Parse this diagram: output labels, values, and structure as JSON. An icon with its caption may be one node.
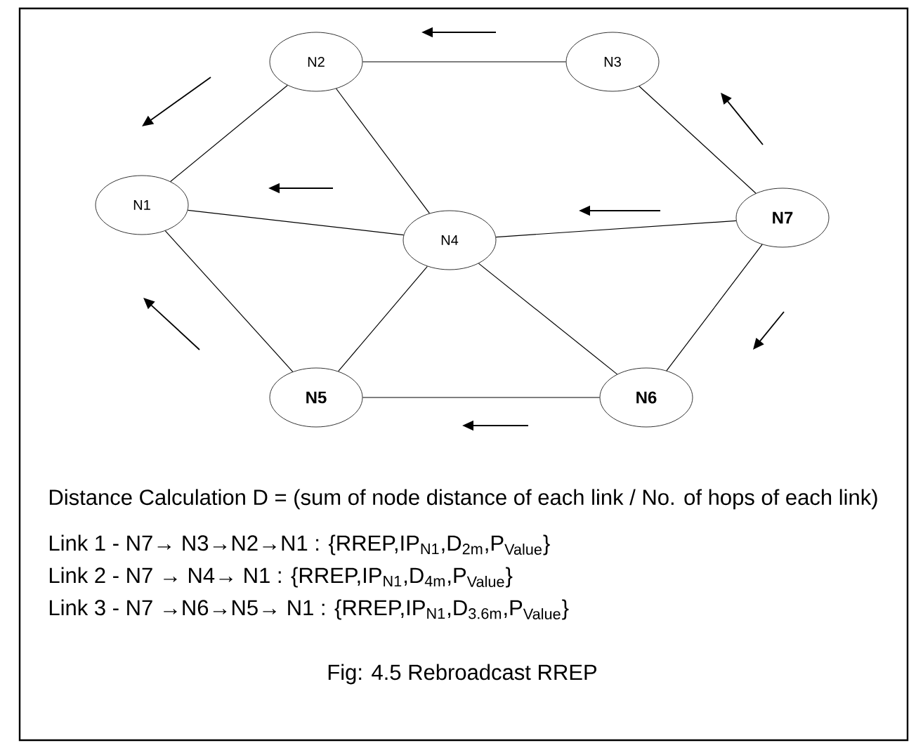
{
  "diagram": {
    "caption": "Fig: 4.5 Rebroadcast RREP",
    "nodes": [
      {
        "text": [
          "N1"
        ]
      },
      {
        "text": [
          "N2"
        ]
      },
      {
        "text": [
          "N3"
        ]
      },
      {
        "text": [
          "N4"
        ]
      },
      {
        "text": [
          "N5"
        ]
      },
      {
        "text": [
          "N6"
        ]
      },
      {
        "text": [
          "N7"
        ]
      }
    ],
    "edges": [
      {
        "from": 1,
        "to": 2,
        "arrow": "none"
      },
      {
        "from": 1,
        "to": 0,
        "arrow": "none"
      },
      {
        "from": 1,
        "to": 3,
        "arrow": "none"
      },
      {
        "from": 2,
        "to": 6,
        "arrow": "none"
      },
      {
        "from": 0,
        "to": 3,
        "arrow": "none"
      },
      {
        "from": 3,
        "to": 6,
        "arrow": "none"
      },
      {
        "from": 0,
        "to": 4,
        "arrow": "none"
      },
      {
        "from": 3,
        "to": 4,
        "arrow": "none"
      },
      {
        "from": 3,
        "to": 5,
        "arrow": "none"
      },
      {
        "from": 4,
        "to": 5,
        "arrow": "none"
      },
      {
        "from": 5,
        "to": 6,
        "arrow": "none"
      }
    ],
    "labels": [
      "Distance Calculation D = (sum of node distance of each link / No. of hops of each link)",
      "Link 1 - N7→ N3→N2→N1 : {RREP,IP$_{N1}$,D$_{2m}$,P$_{Value}$}",
      "Link 2 - N7 → N4→ N1 : {RREP,IP$_{N1}$,D$_{4m}$,P$_{Value}$}",
      "Link 3 - N7 →N6→N5→ N1 : {RREP,IP$_{N1}$,D$_{3.6m}$,P$_{Value}$}"
    ]
  }
}
